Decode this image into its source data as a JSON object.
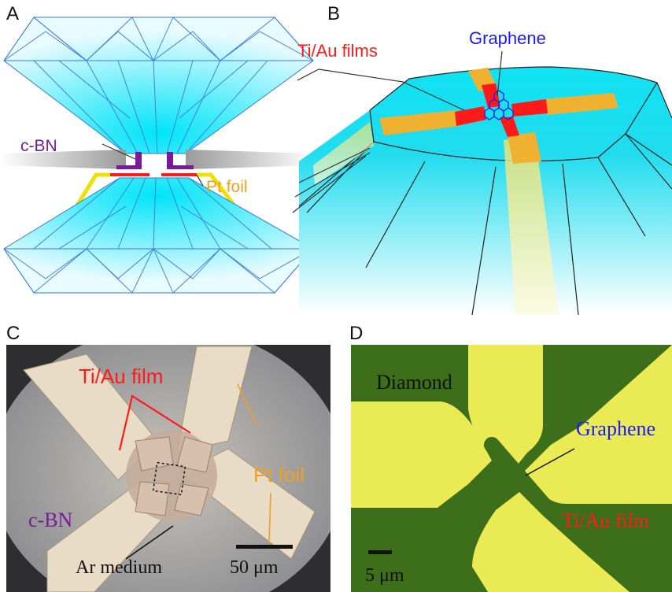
{
  "panels": {
    "a": {
      "letter": "A",
      "labels": {
        "cbn": "c-BN",
        "pt_foil": "Pt foil"
      }
    },
    "b": {
      "letter": "B",
      "labels": {
        "tiau": "Ti/Au films",
        "graphene": "Graphene"
      }
    },
    "c": {
      "letter": "C",
      "labels": {
        "tiau": "Ti/Au film",
        "pt_foil": "Pt foil",
        "cbn": "c-BN",
        "ar": "Ar medium",
        "scale": "50 μm"
      }
    },
    "d": {
      "letter": "D",
      "labels": {
        "diamond": "Diamond",
        "graphene": "Graphene",
        "tiau": "Ti/Au film",
        "scale": "5 μm"
      }
    }
  },
  "colors": {
    "red": "#ff1a1a",
    "blue": "#1a1aff",
    "purple": "#7a1a9a",
    "orange": "#f0a020",
    "cyan": "#22ddee",
    "diamond_green": "#3d6e1a",
    "gold": "#eaea55"
  }
}
